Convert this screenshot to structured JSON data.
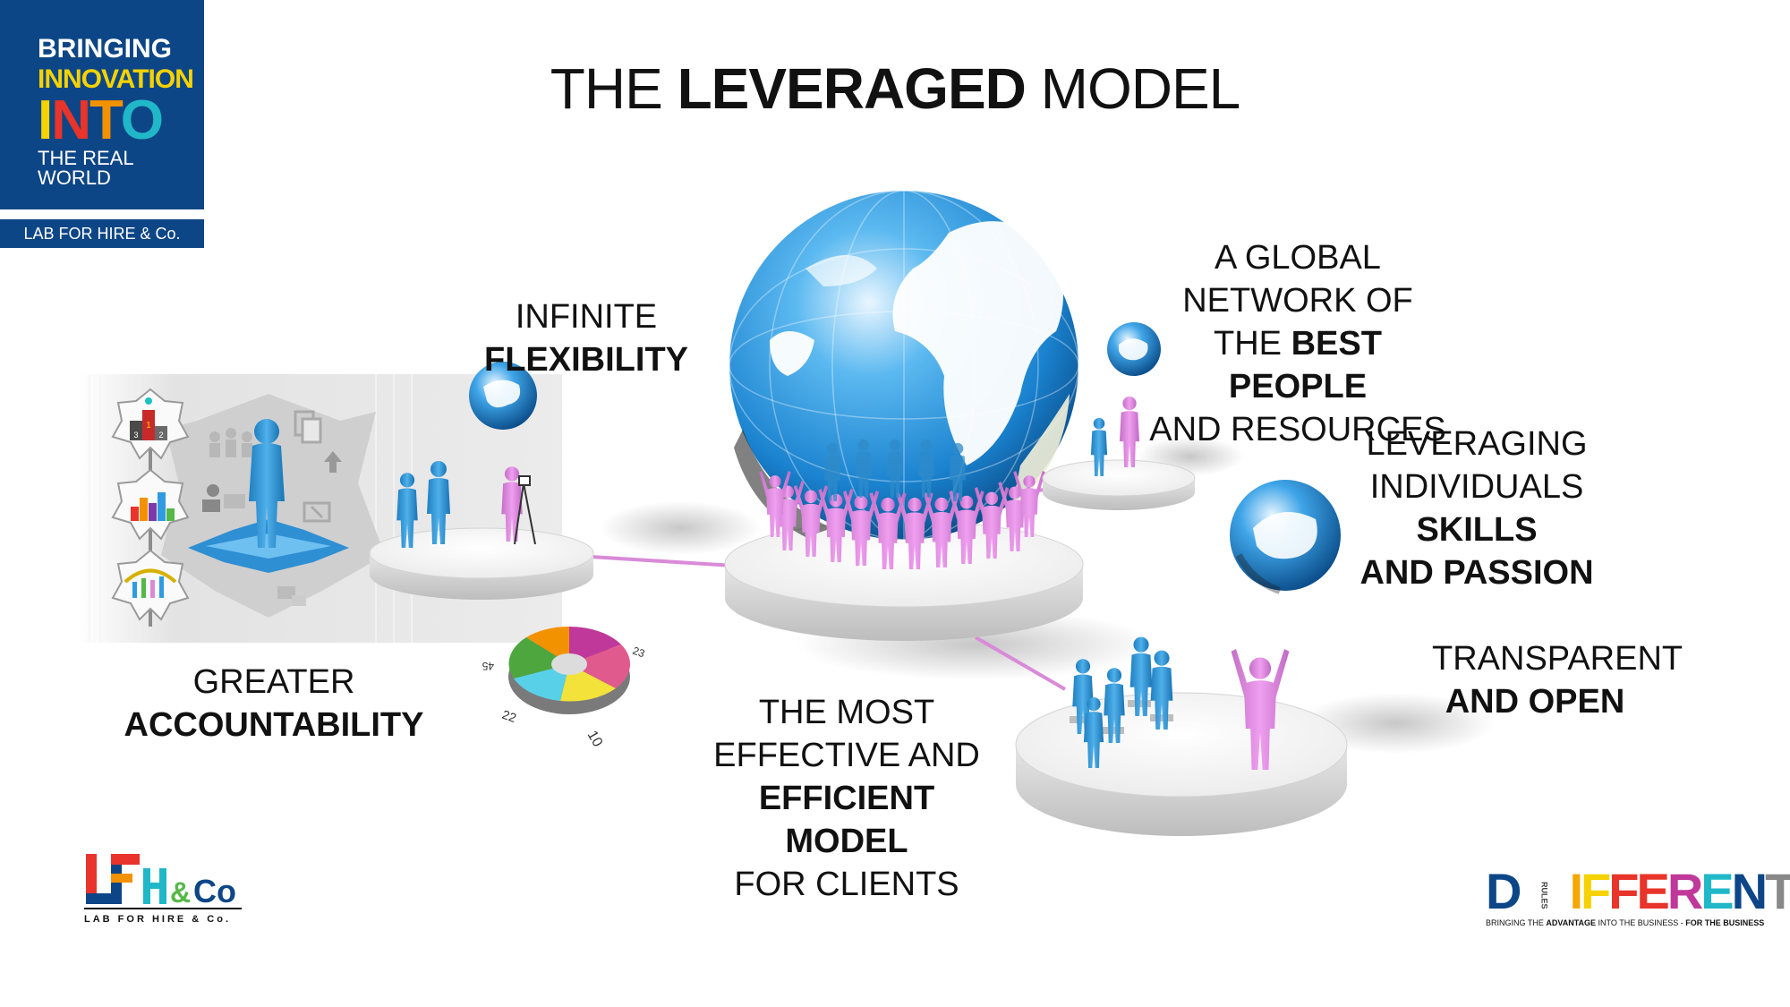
{
  "badge": {
    "line1": "BRINGING",
    "line2": "INNOVATION",
    "line3_letters": [
      "I",
      "N",
      "T",
      "O"
    ],
    "line4": "THE REAL WORLD",
    "footer": "LAB FOR HIRE & Co."
  },
  "title": {
    "pre": "THE",
    "bold": "LEVERAGED",
    "post": "MODEL"
  },
  "labels": {
    "flexibility": {
      "pre": "INFINITE",
      "bold": "FLEXIBILITY"
    },
    "network": {
      "line1": "A GLOBAL NETWORK OF",
      "line2_pre": "THE",
      "line2_bold": "BEST PEOPLE",
      "line3": "AND RESOURCES"
    },
    "skills": {
      "line1": "LEVERAGING",
      "line2_pre": "INDIVIDUALS",
      "line2_bold": "SKILLS",
      "line3_bold": "AND PASSION"
    },
    "transparent": {
      "line1": "TRANSPARENT",
      "line2_bold": "AND OPEN"
    },
    "accountability": {
      "pre": "GREATER",
      "bold": "ACCOUNTABILITY"
    },
    "efficient": {
      "line1": "THE MOST EFFECTIVE AND",
      "line2_bold": "EFFICIENT MODEL",
      "line3": "FOR CLIENTS"
    }
  },
  "pie_labels": [
    "45",
    "23",
    "22",
    "10"
  ],
  "podium_numbers": [
    "1",
    "2",
    "3"
  ],
  "logo_left": {
    "main": "LFH&Co",
    "sub": "LAB FOR HIRE & Co."
  },
  "logo_right": {
    "letters": [
      "D",
      "I",
      "F",
      "F",
      "E",
      "R",
      "E",
      "N",
      "T"
    ],
    "small": "RULES",
    "tag_pre": "BRINGING THE",
    "tag_bold1": "ADVANTAGE",
    "tag_mid": "INTO THE BUSINESS -",
    "tag_bold2": "FOR THE BUSINESS"
  },
  "colors": {
    "navy": "#0d4686",
    "yellow": "#f5d200",
    "red": "#e8342a",
    "orange": "#f39200",
    "teal": "#20b8c8",
    "pink": "#d98ad8",
    "globe_blue": "#2f9be0",
    "figure_blue": "#2f96d6"
  }
}
